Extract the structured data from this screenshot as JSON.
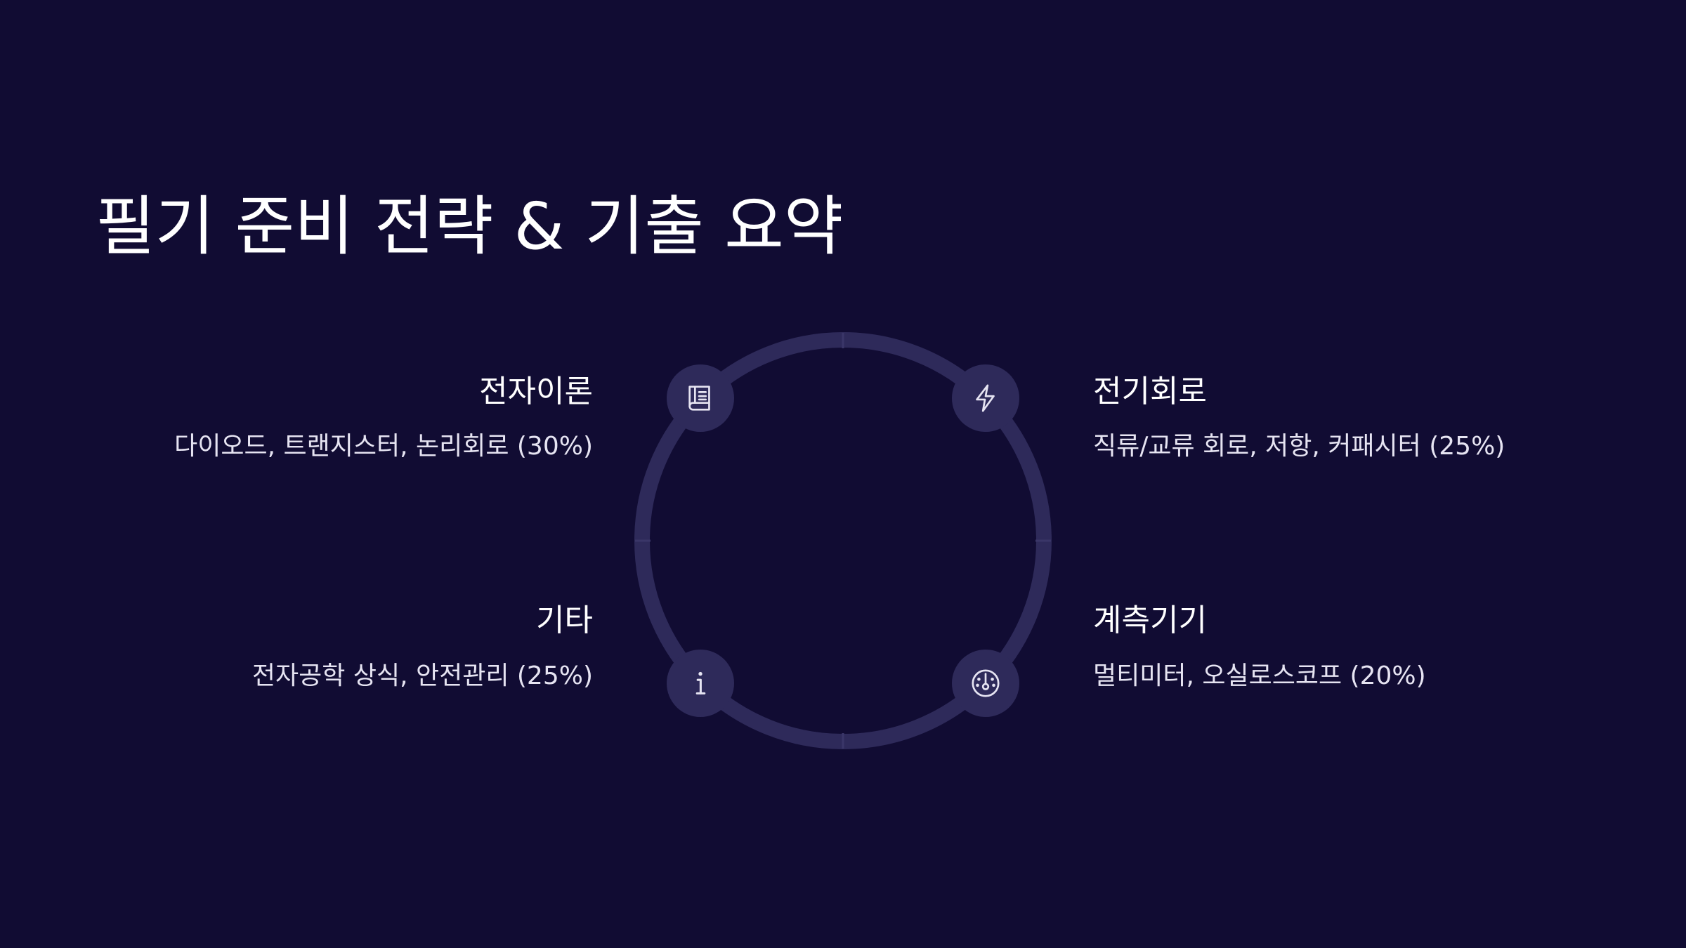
{
  "title": "필기 준비 전략 & 기출 요약",
  "colors": {
    "background": "#110c33",
    "ring": "#2e2a5a",
    "text": "#ffffff"
  },
  "items": [
    {
      "title": "전자이론",
      "description": "다이오드, 트랜지스터, 논리회로 (30%)",
      "icon": "book-icon"
    },
    {
      "title": "전기회로",
      "description": "직류/교류 회로, 저항, 커패시터 (25%)",
      "icon": "lightning-icon"
    },
    {
      "title": "기타",
      "description": "전자공학 상식, 안전관리 (25%)",
      "icon": "info-icon"
    },
    {
      "title": "계측기기",
      "description": "멀티미터, 오실로스코프 (20%)",
      "icon": "gauge-icon"
    }
  ]
}
